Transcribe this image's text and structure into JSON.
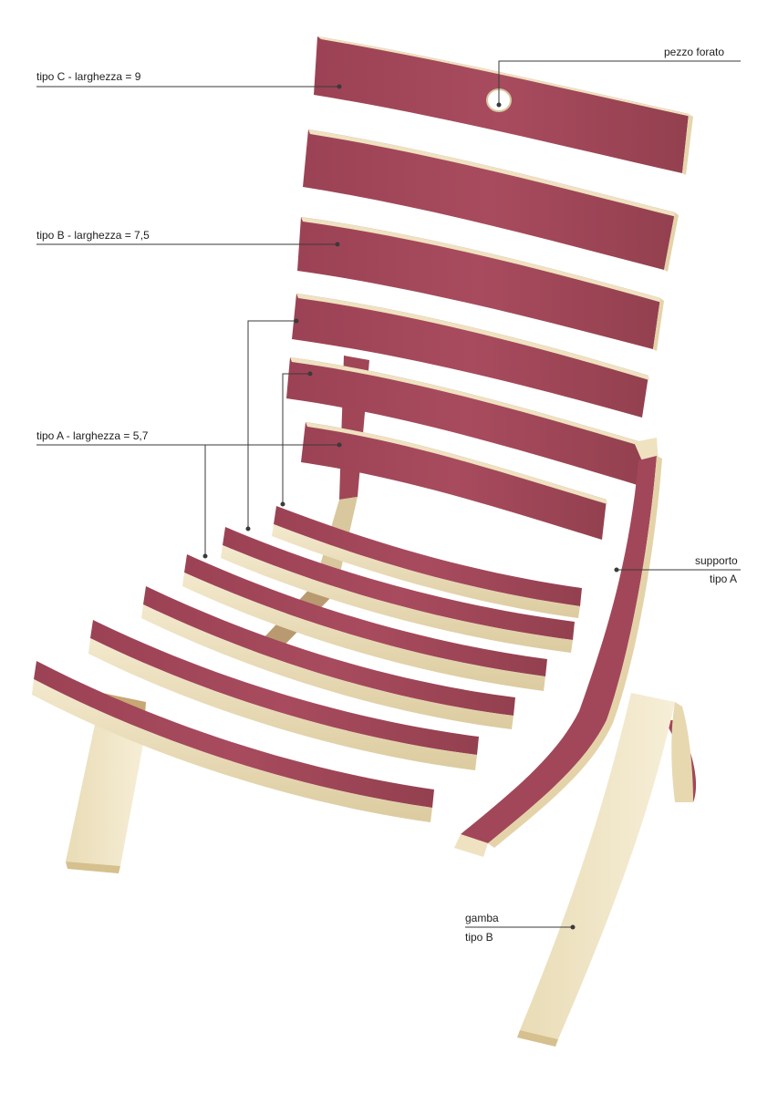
{
  "labels": {
    "tipo_c": "tipo C - larghezza = 9",
    "pezzo_forato": "pezzo forato",
    "tipo_b": "tipo B - larghezza = 7,5",
    "tipo_a": "tipo A - larghezza = 5,7",
    "supporto_line1": "supporto",
    "supporto_line2": "tipo A",
    "gamba_line1": "gamba",
    "gamba_line2": "tipo B"
  },
  "colors": {
    "wood_face": "#a3475a",
    "wood_face_dark": "#8c3a4c",
    "wood_edge": "#efe3c3",
    "wood_edge_shade": "#d9c79d",
    "leader": "#3a3a3a",
    "text": "#1e1e1e"
  }
}
